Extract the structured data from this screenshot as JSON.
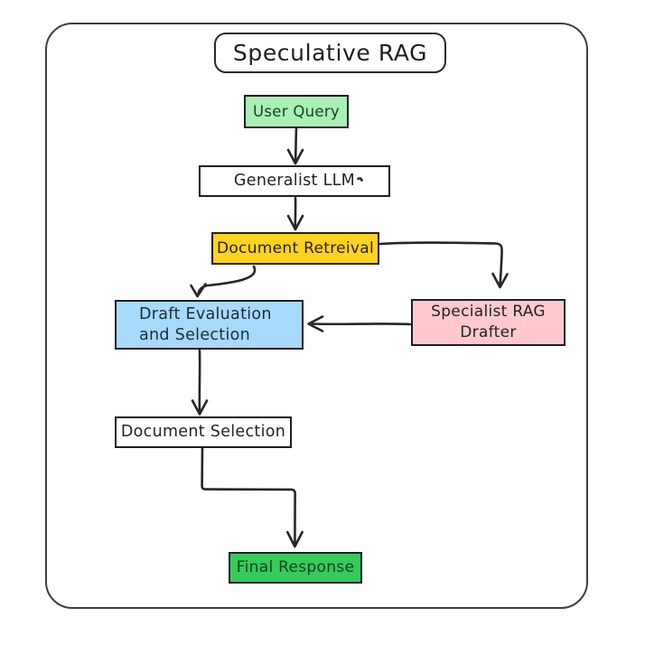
{
  "title": "Speculative RAG",
  "canvas": {
    "background": "#ffffff",
    "frame_border_color": "#3f3f3f",
    "arrow_color": "#262626"
  },
  "diagram": {
    "type": "flowchart",
    "nodes": [
      {
        "id": "user-query",
        "label": "User Query",
        "fill": "#a9f0b4",
        "text": "#19411f"
      },
      {
        "id": "generalist-llm",
        "label": "Generalist LLM",
        "fill": "#ffffff",
        "text": "#232323"
      },
      {
        "id": "document-retrieval",
        "label": "Document Retreival",
        "fill": "#ffd21e",
        "text": "#232323"
      },
      {
        "id": "specialist-rag-drafter",
        "line1": "Specialist RAG",
        "line2": "Drafter",
        "fill": "#ffc9ce",
        "text": "#232323"
      },
      {
        "id": "draft-evaluation-and-selection",
        "line1": "Draft Evaluation",
        "line2": "and Selection",
        "fill": "#a7d9fb",
        "text": "#1d2b3a"
      },
      {
        "id": "document-selection",
        "label": "Document Selection",
        "fill": "#ffffff",
        "text": "#232323"
      },
      {
        "id": "final-response",
        "label": "Final Response",
        "fill": "#35cb5d",
        "text": "#10431f"
      }
    ],
    "edges": [
      {
        "from": "user-query",
        "to": "generalist-llm"
      },
      {
        "from": "generalist-llm",
        "to": "document-retrieval"
      },
      {
        "from": "document-retrieval",
        "to": "specialist-rag-drafter"
      },
      {
        "from": "document-retrieval",
        "to": "draft-evaluation-and-selection"
      },
      {
        "from": "specialist-rag-drafter",
        "to": "draft-evaluation-and-selection"
      },
      {
        "from": "draft-evaluation-and-selection",
        "to": "document-selection"
      },
      {
        "from": "document-selection",
        "to": "final-response"
      }
    ]
  }
}
